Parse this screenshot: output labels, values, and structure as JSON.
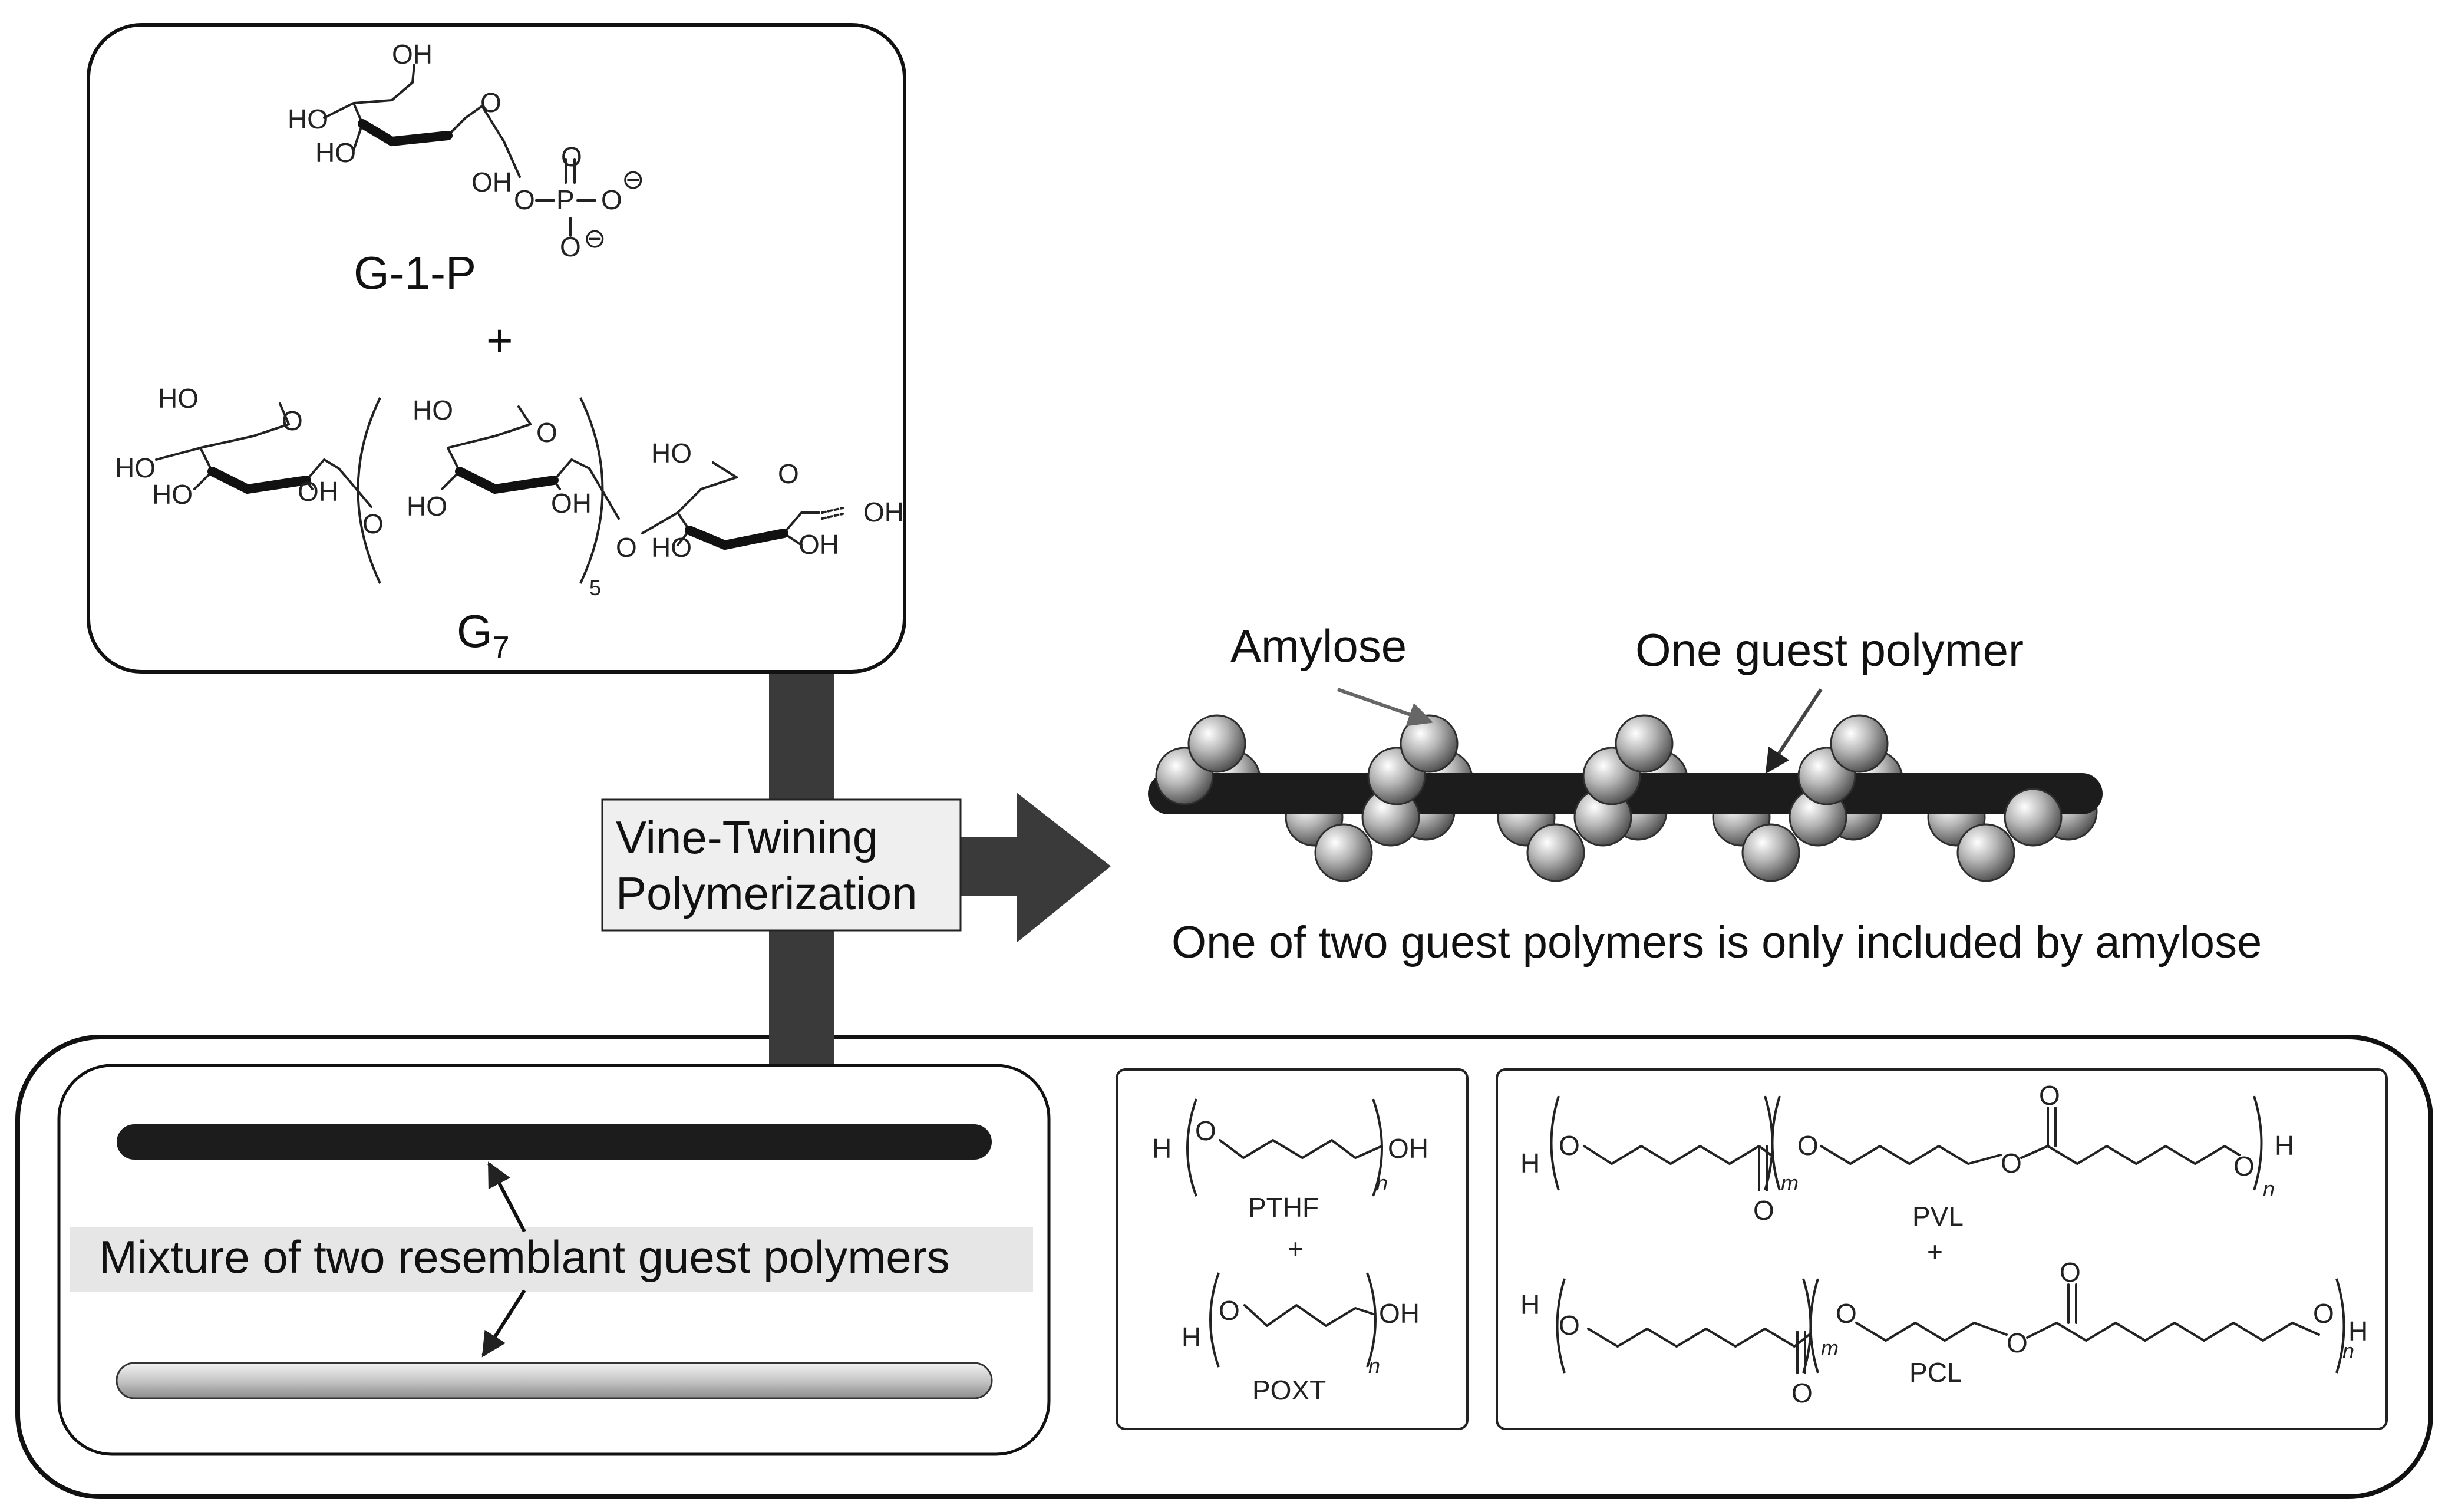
{
  "top_box": {
    "g1p": {
      "label": "G-1-P",
      "atoms": {
        "oh_top": "OH",
        "ho_1": "HO",
        "ho_2": "HO",
        "oh_bottom": "OH",
        "ring_o": "O",
        "o_link": "O",
        "p": "P",
        "o_up": "O",
        "o_right": "O",
        "o_down": "O",
        "minus_1": "⊖",
        "minus_2": "⊖"
      }
    },
    "plus": "+",
    "g7": {
      "label_main": "G",
      "label_sub": "7",
      "repeat": "5",
      "atoms": {
        "u1_ho_top": "HO",
        "u1_ho_left": "HO",
        "u1_ho_bottom": "HO",
        "u1_oh": "OH",
        "u1_ring_o": "O",
        "link_o_1": "O",
        "u2_ho_top": "HO",
        "u2_ho_bottom": "HO",
        "u2_oh": "OH",
        "u2_ring_o": "O",
        "link_o_2": "O",
        "u3_ho_top": "HO",
        "u3_ho_bottom": "HO",
        "u3_oh": "OH",
        "u3_ring_o": "O",
        "u3_oh_end": "OH"
      }
    }
  },
  "process": {
    "line1": "Vine-Twining",
    "line2": "Polymerization"
  },
  "product": {
    "amylose_label": "Amylose",
    "guest_label": "One guest polymer",
    "caption": "One of two guest polymers is only included by amylose"
  },
  "mixture": {
    "label": "Mixture of two resemblant guest polymers"
  },
  "pair1": {
    "h": "H",
    "o1": "O",
    "oh1": "OH",
    "n1": "n",
    "name1": "PTHF",
    "plus": "+",
    "h2": "H",
    "o2": "O",
    "oh2": "OH",
    "n2": "n",
    "name2": "POXT"
  },
  "pair2": {
    "pvl": {
      "h_left": "H",
      "o1": "O",
      "carbonyl_o": "O",
      "m": "m",
      "o2": "O",
      "o3": "O",
      "carbonyl_o2": "O",
      "o4": "O",
      "h_right": "H",
      "n": "n",
      "name": "PVL"
    },
    "plus": "+",
    "pcl": {
      "h_left": "H",
      "o1": "O",
      "carbonyl_o": "O",
      "m": "m",
      "o2": "O",
      "o3": "O",
      "carbonyl_o2": "O",
      "o4": "O",
      "h_right": "H",
      "n": "n",
      "name": "PCL"
    }
  },
  "colors": {
    "dark_bar": "#3a3a3a",
    "polymer_dark": "#1c1c1c",
    "label_bg": "#e6e6e6",
    "process_bg": "#efefef"
  }
}
